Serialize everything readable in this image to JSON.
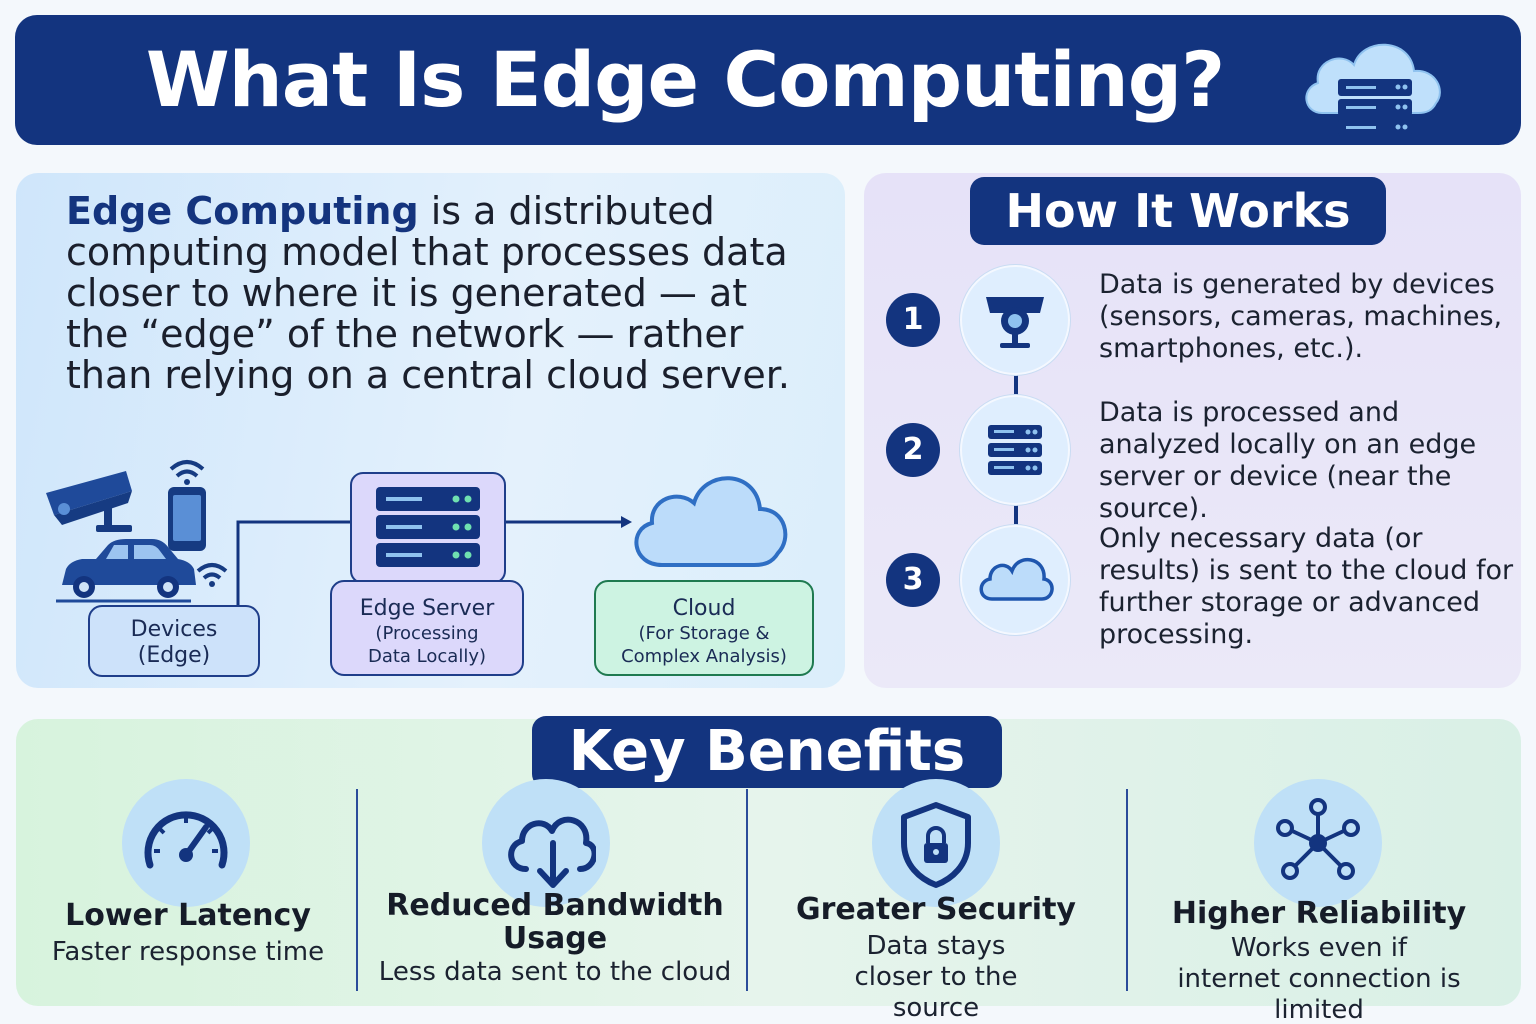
{
  "header": {
    "title": "What Is Edge Computing?",
    "icon": "cloud-server-icon"
  },
  "definition": {
    "term": "Edge Computing",
    "text": " is a distributed computing model that processes data closer to where it is generated — at the “edge” of the network  — rather than relying on a central cloud server."
  },
  "flow": {
    "devices": {
      "title": "Devices",
      "subtitle": "(Edge)"
    },
    "edge_server": {
      "title": "Edge Server",
      "subtitle_line1": "(Processing",
      "subtitle_line2": "Data Locally)"
    },
    "cloud": {
      "title": "Cloud",
      "subtitle_line1": "(For Storage &",
      "subtitle_line2": "Complex Analysis)"
    }
  },
  "how_it_works": {
    "title": "How It Works",
    "steps": [
      {
        "number": "1",
        "icon": "camera-icon",
        "text": "Data is generated by devices (sensors, cameras, machines, smartphones, etc.)."
      },
      {
        "number": "2",
        "icon": "server-icon",
        "text": "Data is processed and analyzed locally on an edge server or device (near the source)."
      },
      {
        "number": "3",
        "icon": "cloud-icon",
        "text": "Only necessary data (or results) is sent to the cloud for further storage or advanced processing."
      }
    ]
  },
  "benefits": {
    "title": "Key Benefits",
    "items": [
      {
        "icon": "speedometer-icon",
        "title": "Lower Latency",
        "subtitle": "Faster response time"
      },
      {
        "icon": "cloud-download-icon",
        "title": "Reduced Bandwidth Usage",
        "subtitle": "Less data sent to the cloud"
      },
      {
        "icon": "shield-lock-icon",
        "title": "Greater Security",
        "subtitle": "Data stays closer to the source"
      },
      {
        "icon": "network-hub-icon",
        "title": "Higher Reliability",
        "subtitle": "Works even if internet connection is limited"
      }
    ]
  },
  "colors": {
    "navy": "#13347f",
    "definition_panel": "#d6eafb",
    "how_panel": "#e8e5f8",
    "benefits_panel": "#dcf2e4",
    "icon_circle": "#bfe0f7"
  }
}
